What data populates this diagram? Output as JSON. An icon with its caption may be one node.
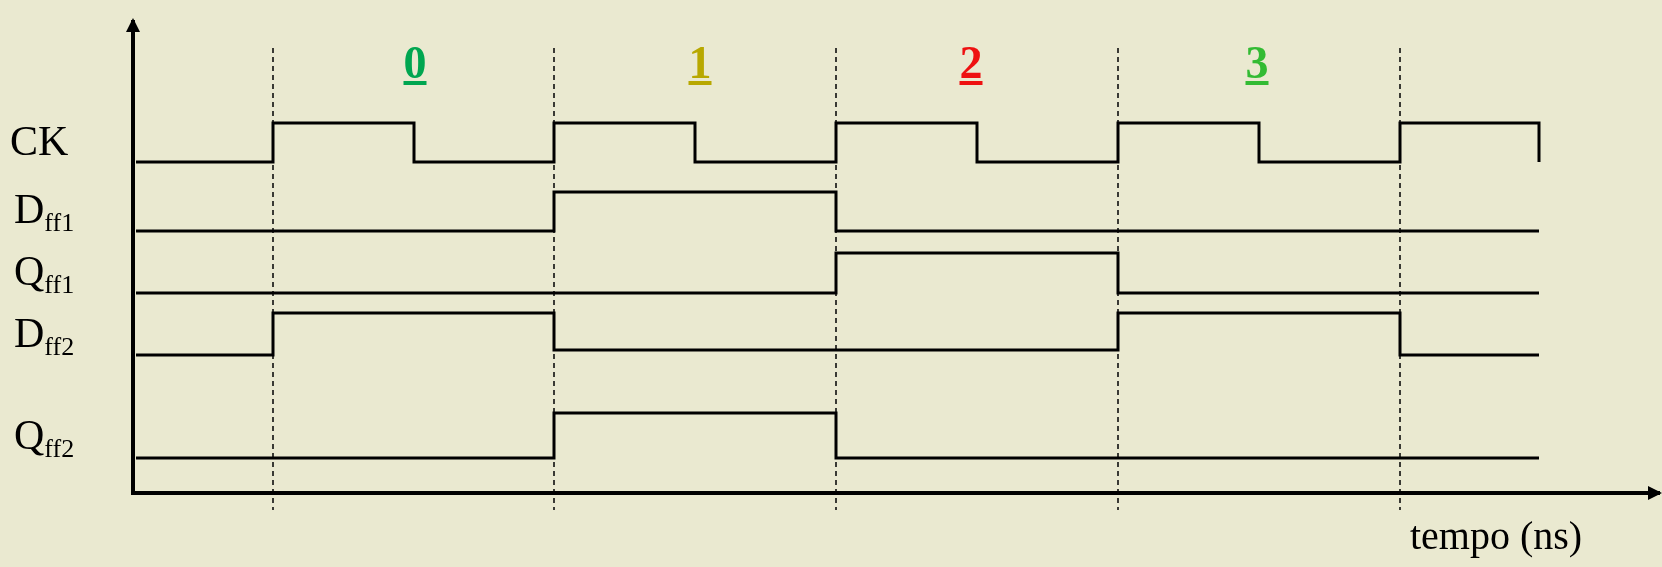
{
  "diagram": {
    "labels": [
      "0",
      "1",
      "2",
      "3",
      "CK",
      "D$_{ff1}$",
      "Q$_{ff1}$",
      "D$_{ff2}$",
      "Q$_{ff2}$",
      "tempo (ns)"
    ]
  }
}
